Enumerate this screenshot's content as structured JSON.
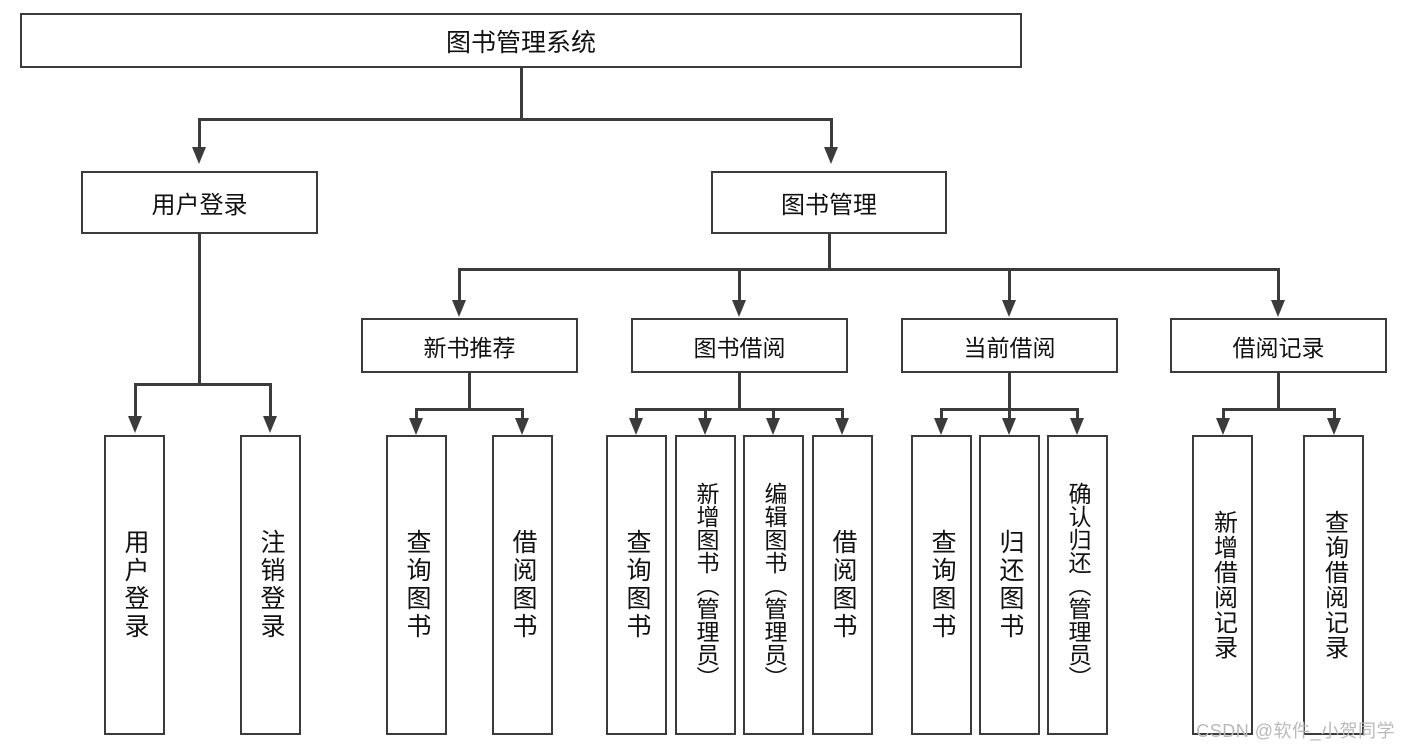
{
  "diagram": {
    "type": "tree-hierarchy",
    "title": "图书管理系统",
    "root": {
      "label": "图书管理系统"
    },
    "level1": [
      {
        "label": "用户登录"
      },
      {
        "label": "图书管理"
      }
    ],
    "level2": [
      {
        "label": "新书推荐",
        "parent": "图书管理"
      },
      {
        "label": "图书借阅",
        "parent": "图书管理"
      },
      {
        "label": "当前借阅",
        "parent": "图书管理"
      },
      {
        "label": "借阅记录",
        "parent": "图书管理"
      }
    ],
    "leaves": {
      "user_login": [
        {
          "label": "用户登录"
        },
        {
          "label": "注销登录"
        }
      ],
      "new_book_recommend": [
        {
          "label": "查询图书"
        },
        {
          "label": "借阅图书"
        }
      ],
      "book_borrow": [
        {
          "label": "查询图书"
        },
        {
          "label": "新增图书（管理员）"
        },
        {
          "label": "编辑图书（管理员）"
        },
        {
          "label": "借阅图书"
        }
      ],
      "current_borrow": [
        {
          "label": "查询图书"
        },
        {
          "label": "归还图书"
        },
        {
          "label": "确认归还（管理员）"
        }
      ],
      "borrow_record": [
        {
          "label": "新增借阅记录"
        },
        {
          "label": "查询借阅记录"
        }
      ]
    }
  },
  "watermark": {
    "text": "CSDN @软件_小贺同学"
  },
  "colors": {
    "stroke": "#3b3b3b",
    "background": "#ffffff",
    "text": "#111111",
    "watermark": "#b9b9b9"
  }
}
